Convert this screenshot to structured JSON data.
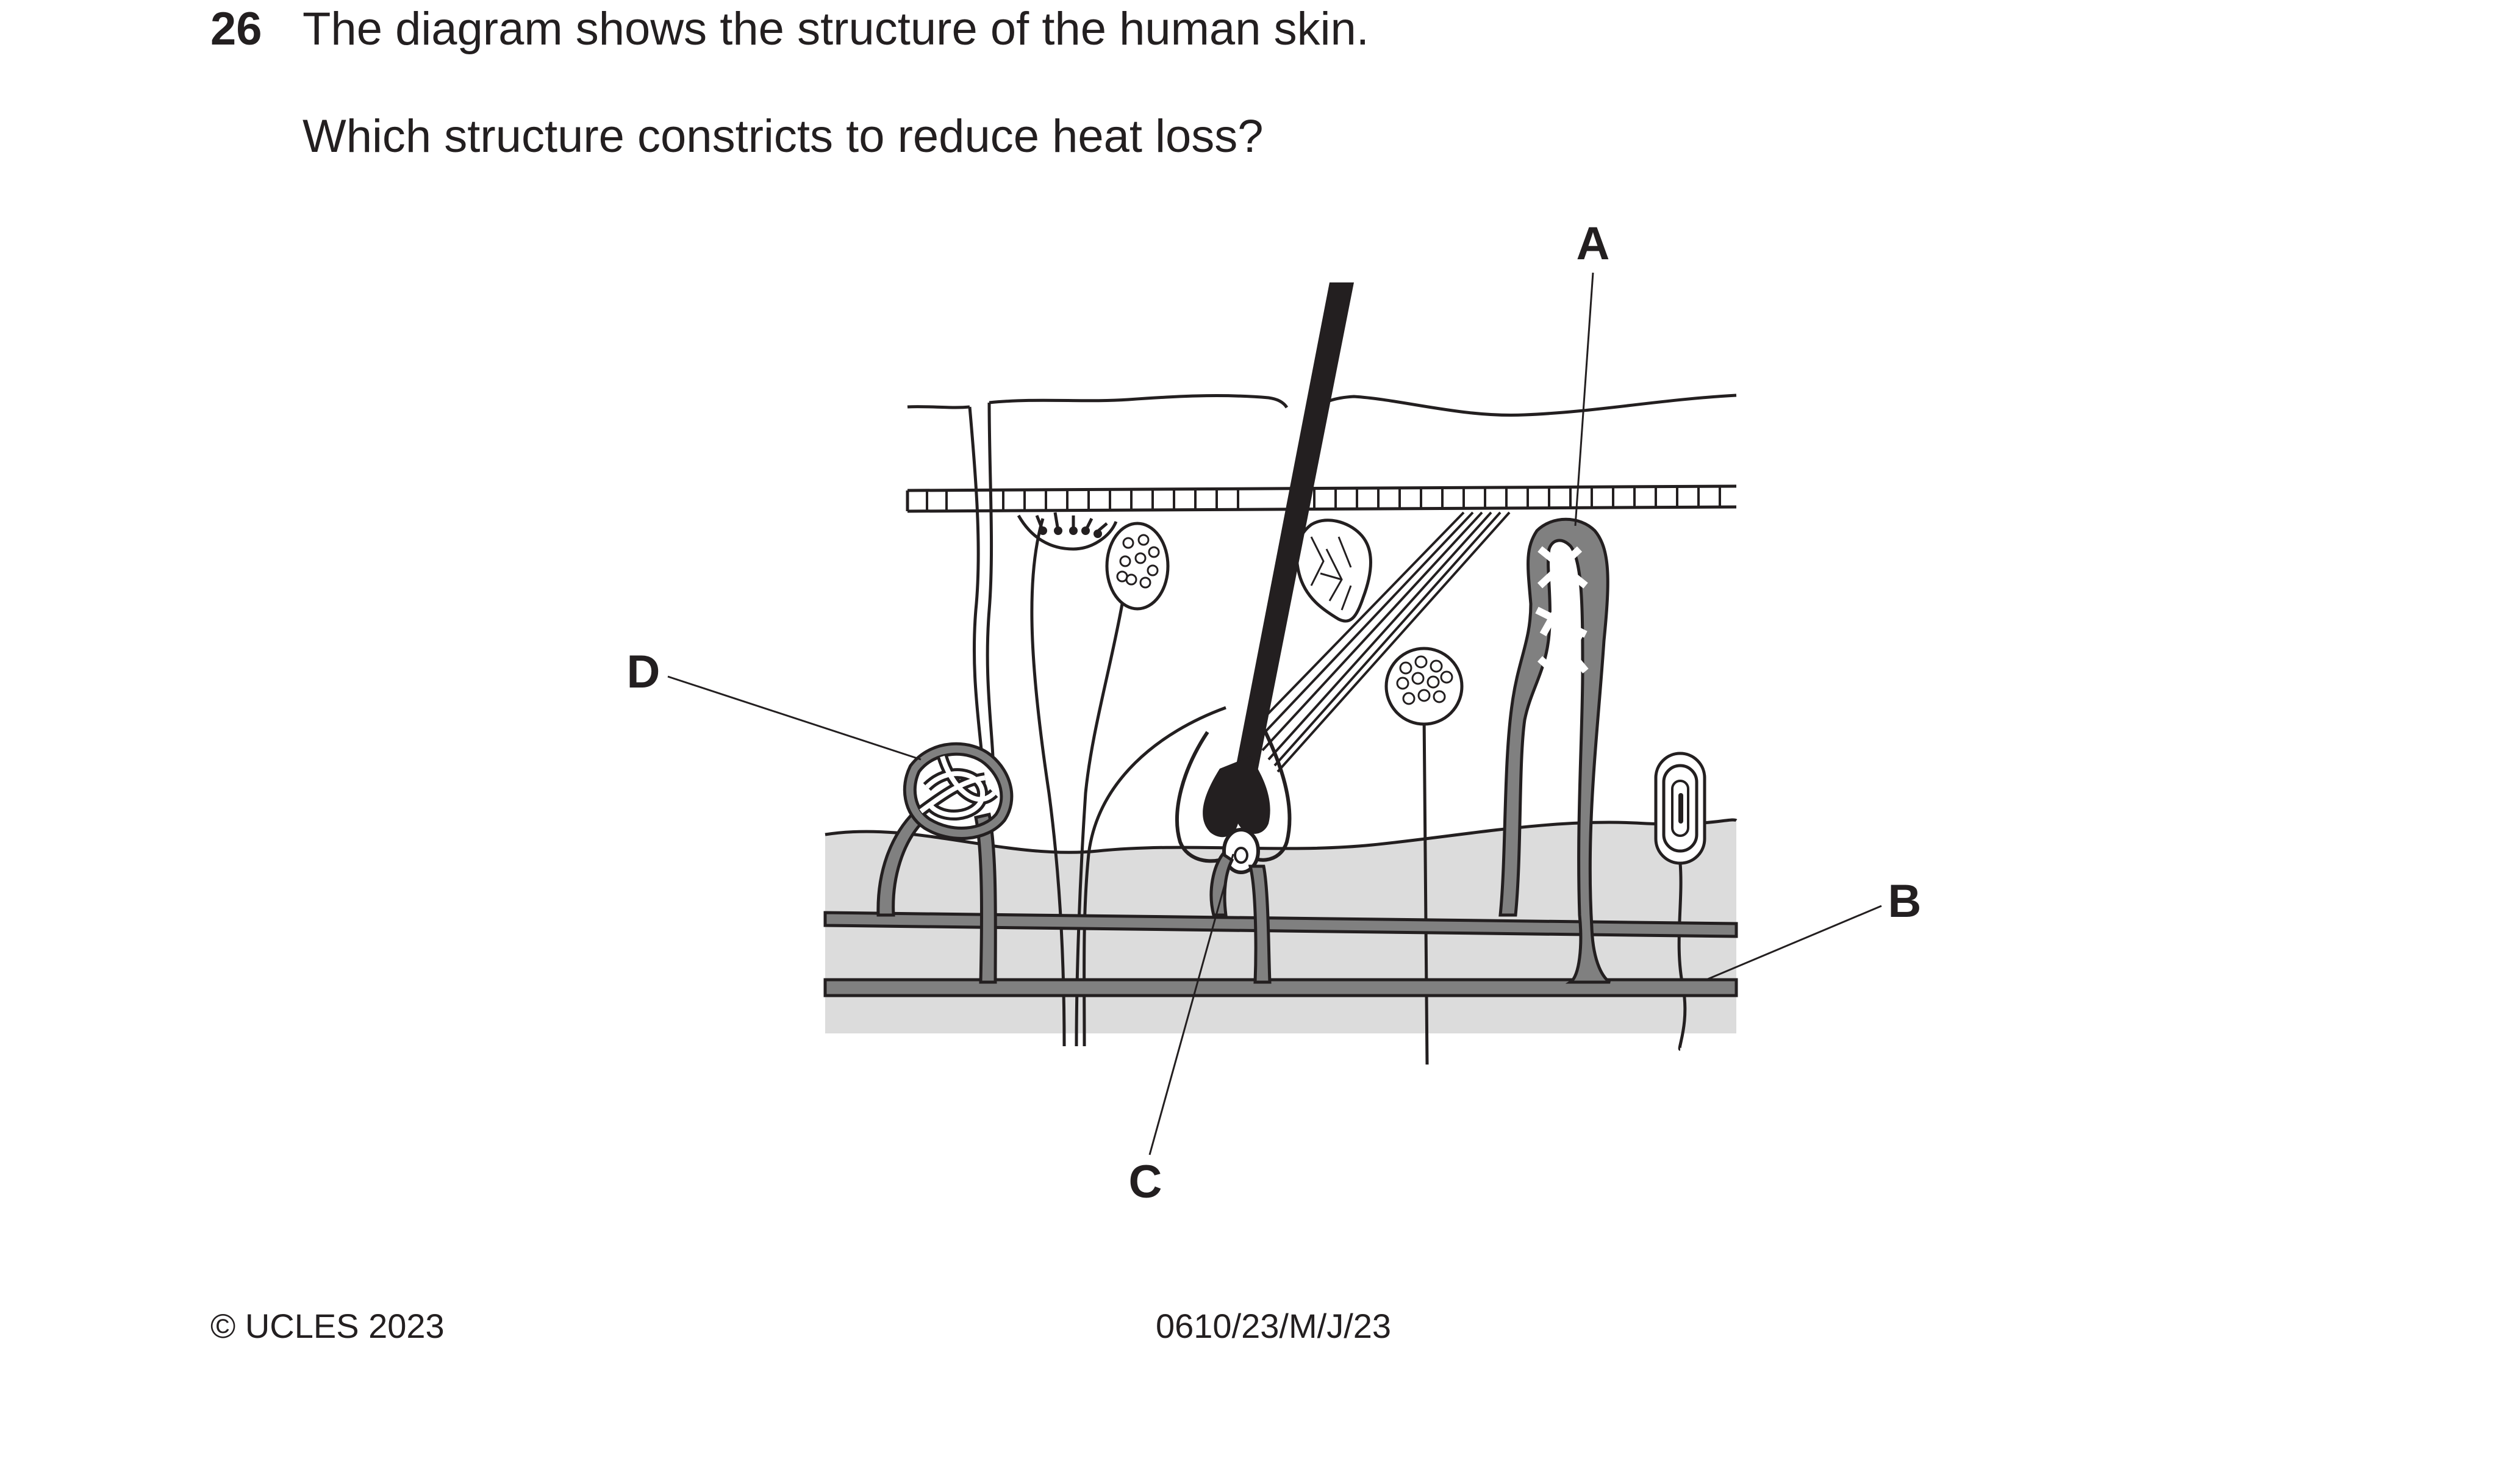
{
  "question": {
    "number": "26",
    "text": "The diagram shows the structure of the human skin.",
    "prompt": "Which structure constricts to reduce heat loss?"
  },
  "diagram": {
    "labels": {
      "a": "A",
      "b": "B",
      "c": "C",
      "d": "D"
    },
    "colors": {
      "line": "#231f20",
      "vessel_grey": "#808080",
      "fat_layer": "#dcdcdc",
      "white": "#ffffff"
    }
  },
  "footer": {
    "copyright": "© UCLES 2023",
    "code": "0610/23/M/J/23"
  }
}
